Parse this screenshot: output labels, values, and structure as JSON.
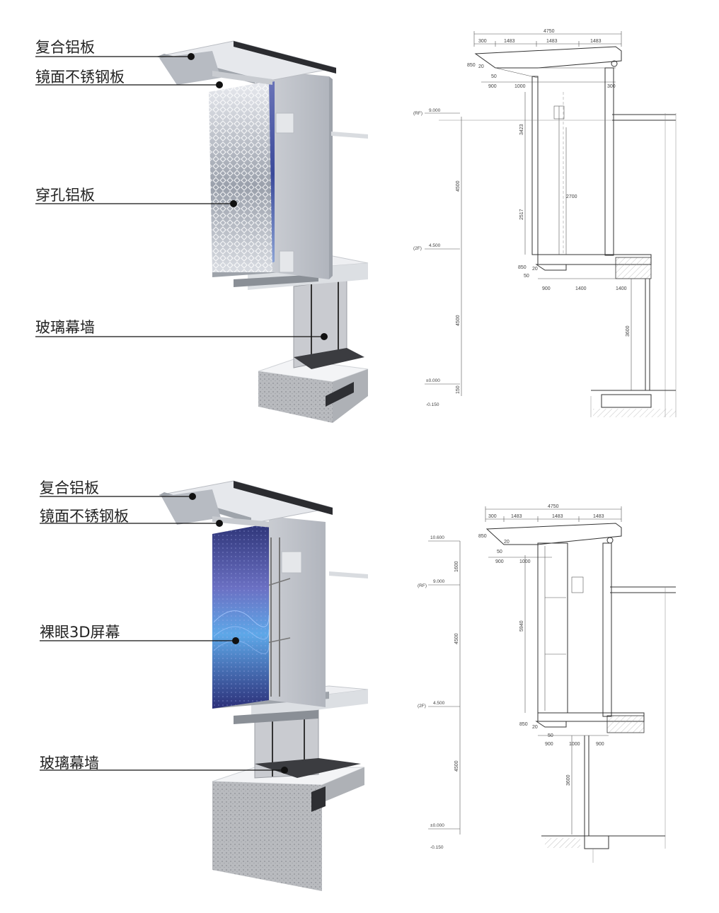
{
  "top": {
    "callouts": [
      "复合铝板",
      "镜面不锈钢板",
      "穿孔铝板",
      "玻璃幕墙"
    ],
    "section": {
      "dims_top": [
        "4750",
        "300",
        "1483",
        "1483",
        "1483"
      ],
      "dims_upper": [
        "900",
        "1000",
        "300",
        "50",
        "20",
        "850"
      ],
      "dims_lower": [
        "900",
        "1400",
        "1400",
        "50",
        "20",
        "850"
      ],
      "dims_vertical": [
        "3423",
        "2700",
        "2517",
        "4500",
        "4500",
        "3600",
        "150"
      ],
      "levels": [
        "(RF)",
        "9.000",
        "(2F)",
        "4.500",
        "±0.000",
        "-0.150"
      ]
    }
  },
  "bottom": {
    "callouts": [
      "复合铝板",
      "镜面不锈钢板",
      "裸眼3D屏幕",
      "玻璃幕墙"
    ],
    "section": {
      "dims_top": [
        "4750",
        "300",
        "1483",
        "1483",
        "1483"
      ],
      "dims_upper": [
        "900",
        "1000",
        "50",
        "20",
        "850"
      ],
      "dims_lower": [
        "900",
        "1000",
        "900",
        "50",
        "20",
        "850"
      ],
      "dims_vertical": [
        "1600",
        "5940",
        "4500",
        "4500",
        "3600"
      ],
      "levels": [
        "10.600",
        "(RF)",
        "9.000",
        "(2F)",
        "4.500",
        "±0.000",
        "-0.150"
      ]
    }
  }
}
